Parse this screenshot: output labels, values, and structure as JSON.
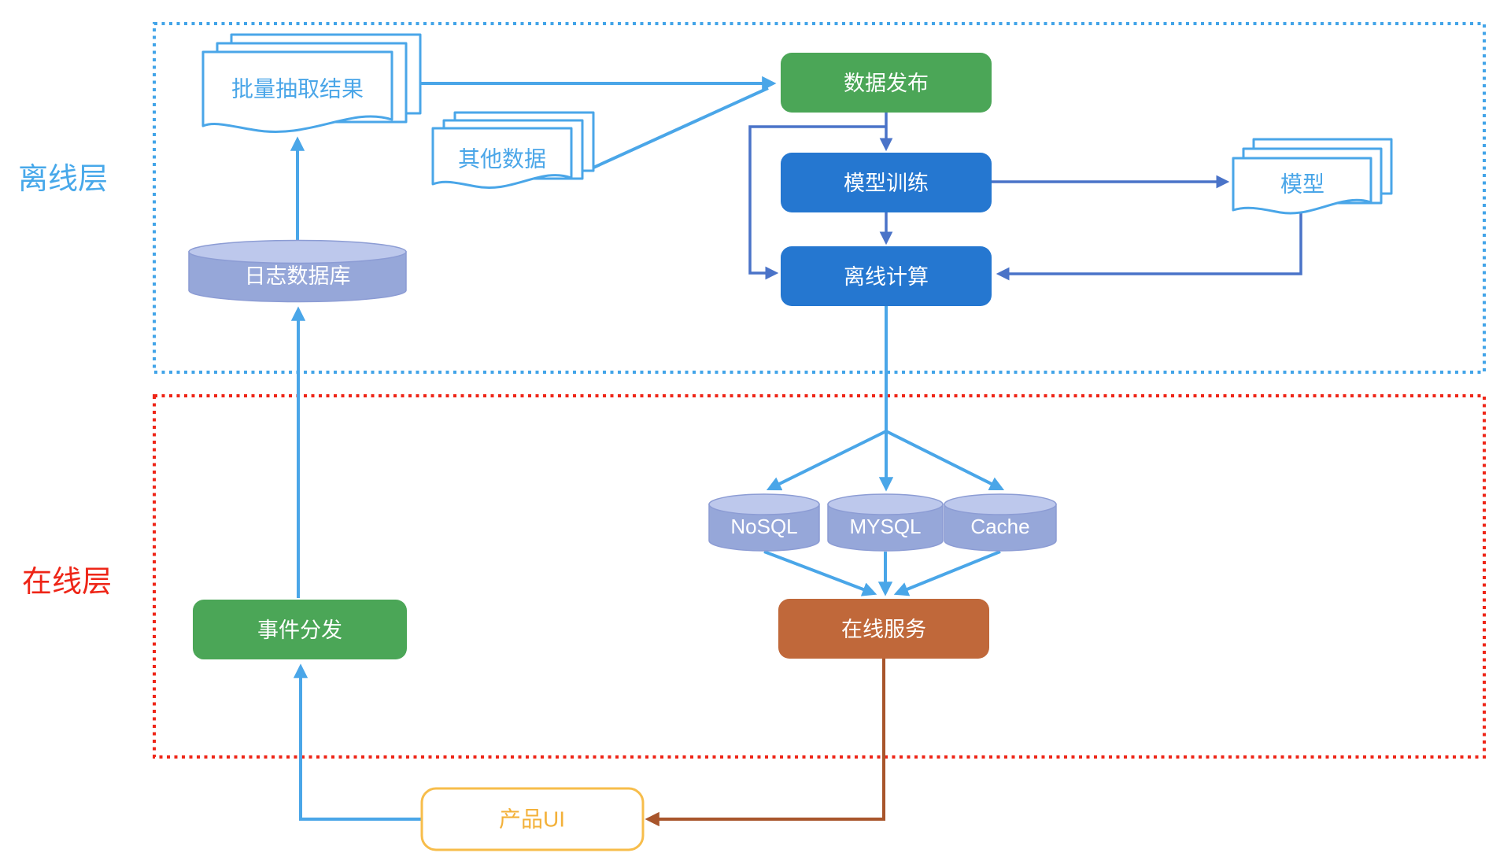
{
  "layers": {
    "offline": {
      "label": "离线层",
      "color": "#47a8ea"
    },
    "online": {
      "label": "在线层",
      "color": "#ee2517"
    }
  },
  "nodes": {
    "batch_extract_results": {
      "label": "批量抽取结果",
      "shape": "document-stack",
      "color": "#4aa6e8"
    },
    "other_data": {
      "label": "其他数据",
      "shape": "document-stack",
      "color": "#4aa6e8"
    },
    "model": {
      "label": "模型",
      "shape": "document-stack",
      "color": "#4aa6e8"
    },
    "data_publish": {
      "label": "数据发布",
      "shape": "process",
      "color": "#4ba657"
    },
    "model_training": {
      "label": "模型训练",
      "shape": "process",
      "color": "#2577d0"
    },
    "offline_compute": {
      "label": "离线计算",
      "shape": "process",
      "color": "#2577d0"
    },
    "log_database": {
      "label": "日志数据库",
      "shape": "database",
      "color": "#96a7d9"
    },
    "nosql": {
      "label": "NoSQL",
      "shape": "database",
      "color": "#96a7d9"
    },
    "mysql": {
      "label": "MYSQL",
      "shape": "database",
      "color": "#96a7d9"
    },
    "cache": {
      "label": "Cache",
      "shape": "database",
      "color": "#96a7d9"
    },
    "online_service": {
      "label": "在线服务",
      "shape": "process",
      "color": "#c0683a"
    },
    "event_dispatch": {
      "label": "事件分发",
      "shape": "process",
      "color": "#4ba657"
    },
    "product_ui": {
      "label": "产品UI",
      "shape": "rounded-outline",
      "color": "#f7bd4b"
    }
  },
  "edges": [
    {
      "from": "product_ui",
      "to": "event_dispatch",
      "color": "#4aa6e8"
    },
    {
      "from": "event_dispatch",
      "to": "log_database",
      "color": "#4aa6e8"
    },
    {
      "from": "log_database",
      "to": "batch_extract_results",
      "color": "#4aa6e8"
    },
    {
      "from": "batch_extract_results",
      "to": "data_publish",
      "color": "#4aa6e8"
    },
    {
      "from": "other_data",
      "to": "data_publish",
      "color": "#4aa6e8"
    },
    {
      "from": "data_publish",
      "to": "model_training",
      "color": "#4a73c8"
    },
    {
      "from": "data_publish",
      "to": "offline_compute",
      "color": "#4a73c8"
    },
    {
      "from": "model_training",
      "to": "offline_compute",
      "color": "#4a73c8"
    },
    {
      "from": "model_training",
      "to": "model",
      "color": "#4a73c8"
    },
    {
      "from": "model",
      "to": "offline_compute",
      "color": "#4a73c8"
    },
    {
      "from": "offline_compute",
      "to": "nosql",
      "color": "#4aa6e8"
    },
    {
      "from": "offline_compute",
      "to": "mysql",
      "color": "#4aa6e8"
    },
    {
      "from": "offline_compute",
      "to": "cache",
      "color": "#4aa6e8"
    },
    {
      "from": "nosql",
      "to": "online_service",
      "color": "#4aa6e8"
    },
    {
      "from": "mysql",
      "to": "online_service",
      "color": "#4aa6e8"
    },
    {
      "from": "cache",
      "to": "online_service",
      "color": "#4aa6e8"
    },
    {
      "from": "online_service",
      "to": "product_ui",
      "color": "#a8552b"
    }
  ]
}
